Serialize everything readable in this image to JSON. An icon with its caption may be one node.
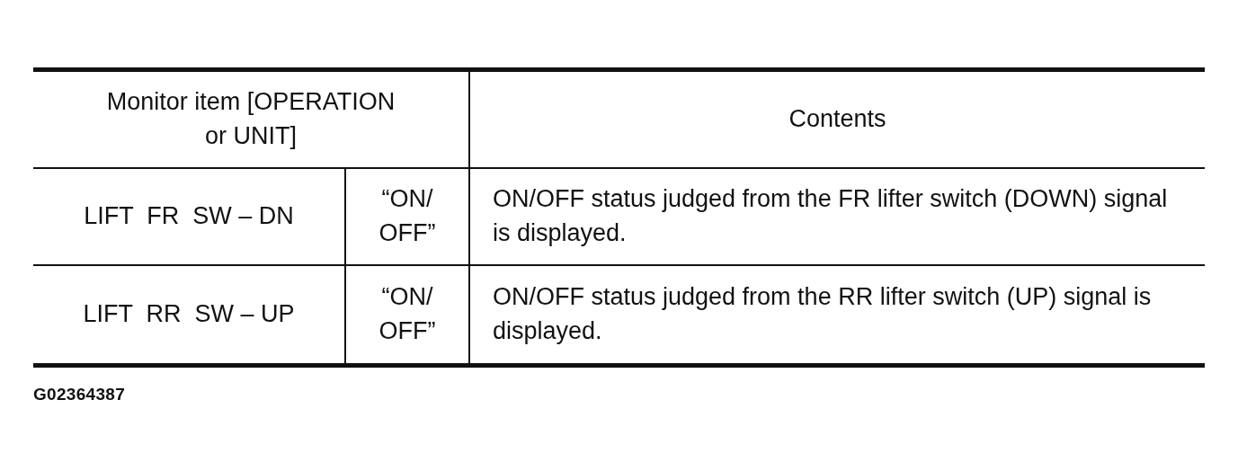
{
  "diagram": {
    "labels": [
      "Monitor item [OPERATION or UNIT]",
      "Contents",
      "LIFT  FR  SW – DN",
      "“ON/ OFF”",
      "ON/OFF status judged from the FR lifter switch (DOWN) signal is displayed.",
      "LIFT  RR  SW – UP",
      "“ON/ OFF”",
      "ON/OFF status judged from the RR lifter switch (UP) signal is displayed.",
      "G02364387"
    ]
  }
}
